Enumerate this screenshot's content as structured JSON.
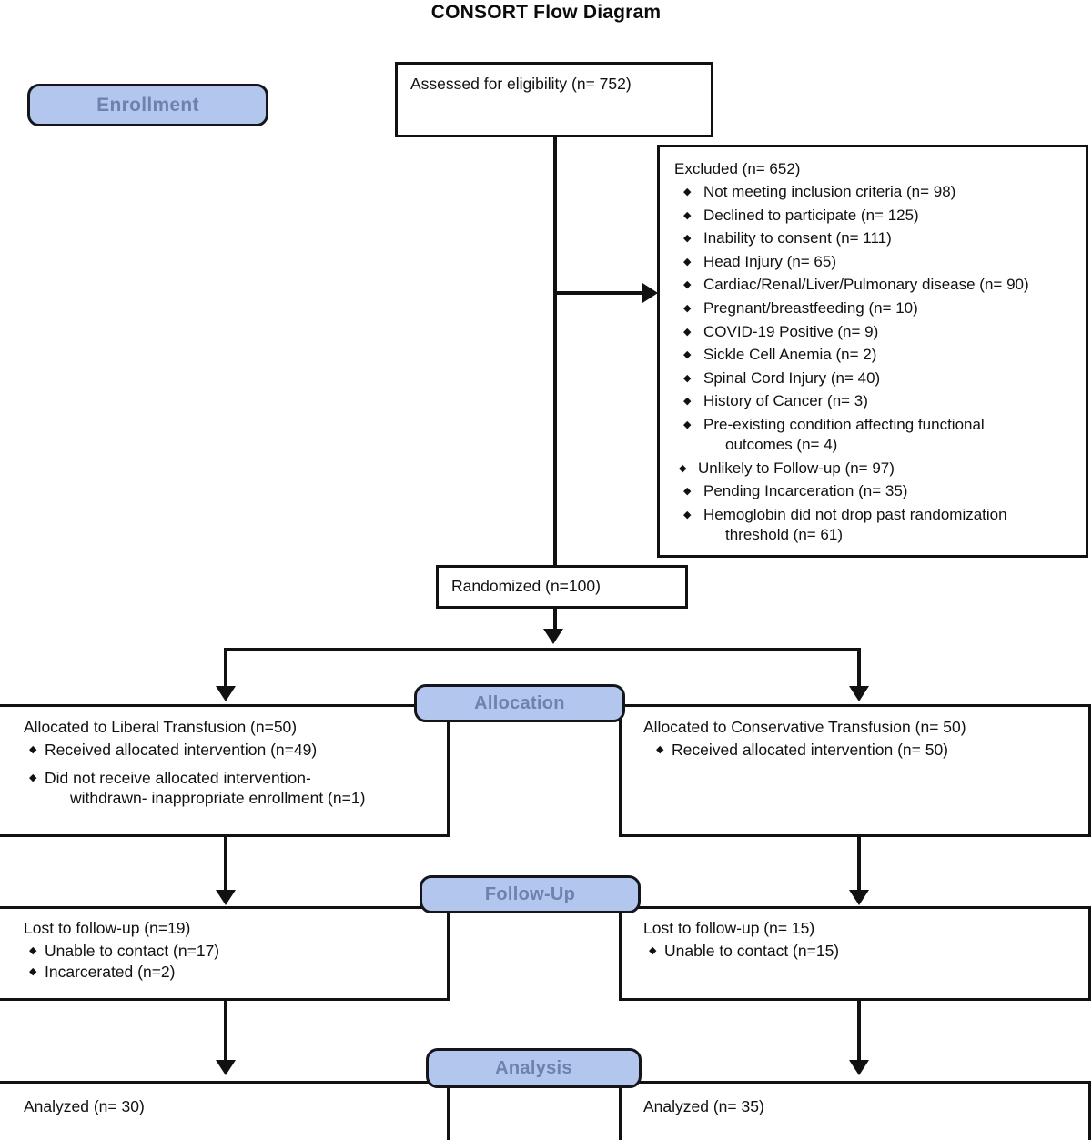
{
  "title": "CONSORT Flow Diagram",
  "colors": {
    "pill_fill": "#b3c6ed",
    "pill_text": "#6d82ad",
    "line": "#111111",
    "box_border": "#111111",
    "background": "#ffffff"
  },
  "stages": {
    "enrollment": "Enrollment",
    "allocation": "Allocation",
    "followup": "Follow-Up",
    "analysis": "Analysis"
  },
  "enrollment": {
    "assessed": "Assessed for eligibility (n= 752)",
    "excluded_heading": "Excluded  (n= 652)",
    "excluded_reasons": [
      "Not meeting inclusion criteria (n= 98)",
      "Declined to participate (n= 125)",
      "Inability to consent (n= 111)",
      "Head Injury (n= 65)",
      "Cardiac/Renal/Liver/Pulmonary disease (n= 90)",
      "Pregnant/breastfeeding (n= 10)",
      "COVID-19 Positive (n= 9)",
      "Sickle Cell Anemia (n= 2)",
      "Spinal Cord Injury (n= 40)",
      "History of Cancer (n= 3)"
    ],
    "excluded_wrapped": [
      {
        "line1": "Pre-existing condition affecting functional",
        "line2": "outcomes (n= 4)",
        "tight": false
      }
    ],
    "excluded_reasons_tail": [
      "Unlikely to Follow-up (n= 97)",
      "Pending Incarceration (n= 35)"
    ],
    "excluded_wrapped_tail": [
      {
        "line1": "Hemoglobin did not drop past randomization",
        "line2": "threshold (n= 61)"
      }
    ],
    "randomized": "Randomized (n=100)"
  },
  "allocation": {
    "left": {
      "heading": "Allocated to Liberal Transfusion (n=50)",
      "items": [
        "Received allocated intervention (n=49)"
      ],
      "wrapped": [
        {
          "line1": "Did not receive allocated intervention-",
          "line2": "withdrawn- inappropriate enrollment (n=1)"
        }
      ]
    },
    "right": {
      "heading": "Allocated to Conservative Transfusion (n= 50)",
      "items": [
        "Received allocated intervention (n= 50)"
      ]
    }
  },
  "followup": {
    "left": {
      "heading": "Lost to follow-up (n=19)",
      "items": [
        "Unable to contact (n=17)",
        "Incarcerated (n=2)"
      ]
    },
    "right": {
      "heading": "Lost to follow-up (n= 15)",
      "items": [
        "Unable to contact (n=15)"
      ]
    }
  },
  "analysis": {
    "left": "Analyzed (n= 30)",
    "right": "Analyzed (n= 35)"
  }
}
